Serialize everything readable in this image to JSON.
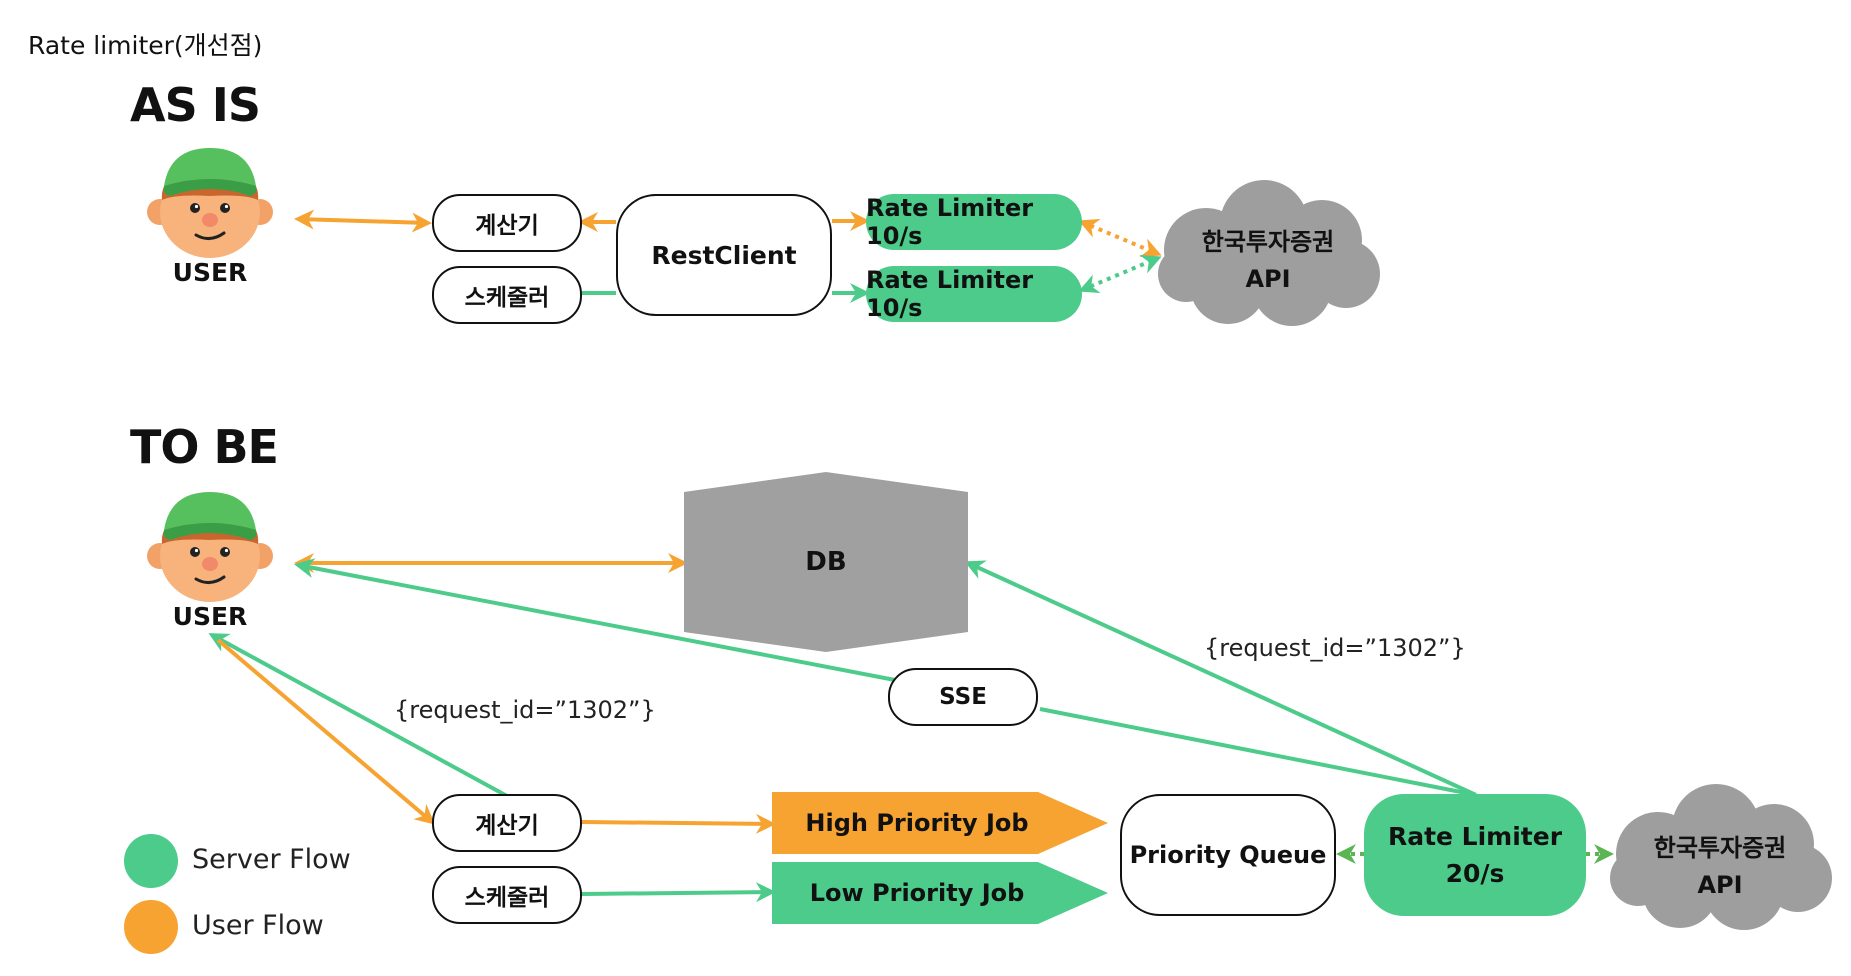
{
  "caption": "Rate limiter(개선점)",
  "as_is": {
    "title": "AS IS",
    "user_label": "USER",
    "calculator": "계산기",
    "scheduler": "스케줄러",
    "rest_client": "RestClient",
    "rate_limiter_1": "Rate Limiter 10/s",
    "rate_limiter_2": "Rate Limiter 10/s",
    "api_line1": "한국투자증권",
    "api_line2": "API"
  },
  "to_be": {
    "title": "TO BE",
    "user_label": "USER",
    "db": "DB",
    "sse": "SSE",
    "request_id_left": "{request_id=”1302”}",
    "request_id_right": "{request_id=”1302”}",
    "calculator": "계산기",
    "scheduler": "스케줄러",
    "high_priority": "High Priority Job",
    "low_priority": "Low Priority Job",
    "priority_queue": "Priority Queue",
    "rate_limiter_line1": "Rate Limiter",
    "rate_limiter_line2": "20/s",
    "api_line1": "한국투자증권",
    "api_line2": "API"
  },
  "legend": {
    "server_flow": "Server Flow",
    "user_flow": "User Flow"
  },
  "colors": {
    "server_flow": "#4ccb8b",
    "user_flow": "#f6a332",
    "cloud": "#9e9e9e",
    "db": "#a0a0a0"
  }
}
